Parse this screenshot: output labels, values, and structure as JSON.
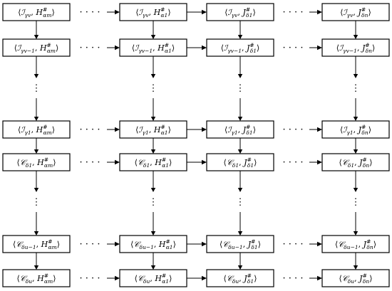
{
  "colors": {
    "stroke": "#000000",
    "fill": "#ffffff"
  },
  "vertical_ellipsis": "⋮",
  "horizontal_ellipsis": "· · · ·",
  "rows": [
    {
      "kind": "boxes",
      "cells": [
        {
          "c": "ℐ",
          "s": "γv",
          "h": "H",
          "sup": "#",
          "hs": "αm"
        },
        {
          "c": "ℐ",
          "s": "γv",
          "h": "H",
          "sup": "#",
          "hs": "α1"
        },
        {
          "c": "ℐ",
          "s": "γv",
          "h": "J",
          "sup": "#",
          "hs": "δ1"
        },
        {
          "c": "ℐ",
          "s": "γv",
          "h": "J",
          "sup": "#",
          "hs": "δn"
        }
      ]
    },
    {
      "kind": "boxes",
      "cells": [
        {
          "c": "ℐ",
          "s": "γv−1",
          "h": "H",
          "sup": "#",
          "hs": "αm"
        },
        {
          "c": "ℐ",
          "s": "γv−1",
          "h": "H",
          "sup": "#",
          "hs": "α1"
        },
        {
          "c": "ℐ",
          "s": "γv−1",
          "h": "J",
          "sup": "#",
          "hs": "δ1"
        },
        {
          "c": "ℐ",
          "s": "γv−1",
          "h": "J",
          "sup": "#",
          "hs": "δn"
        }
      ]
    },
    {
      "kind": "vdots"
    },
    {
      "kind": "boxes",
      "cells": [
        {
          "c": "ℐ",
          "s": "γ1",
          "h": "H",
          "sup": "#",
          "hs": "αm"
        },
        {
          "c": "ℐ",
          "s": "γ1",
          "h": "H",
          "sup": "#",
          "hs": "α1"
        },
        {
          "c": "ℐ",
          "s": "γ1",
          "h": "J",
          "sup": "#",
          "hs": "δ1"
        },
        {
          "c": "ℐ",
          "s": "γ1",
          "h": "J",
          "sup": "#",
          "hs": "δn"
        }
      ]
    },
    {
      "kind": "boxes",
      "cells": [
        {
          "c": "𝒞",
          "s": "δ1",
          "h": "H",
          "sup": "#",
          "hs": "αm"
        },
        {
          "c": "𝒞",
          "s": "δ1",
          "h": "H",
          "sup": "#",
          "hs": "α1"
        },
        {
          "c": "𝒞",
          "s": "δ1",
          "h": "J",
          "sup": "#",
          "hs": "δ1"
        },
        {
          "c": "𝒞",
          "s": "δ1",
          "h": "J",
          "sup": "#",
          "hs": "δn"
        }
      ]
    },
    {
      "kind": "vdots"
    },
    {
      "kind": "boxes",
      "cells": [
        {
          "c": "𝒞",
          "s": "δu−1",
          "h": "H",
          "sup": "#",
          "hs": "αm"
        },
        {
          "c": "𝒞",
          "s": "δu−1",
          "h": "H",
          "sup": "#",
          "hs": "α1"
        },
        {
          "c": "𝒞",
          "s": "δu−1",
          "h": "J",
          "sup": "#",
          "hs": "δ1"
        },
        {
          "c": "𝒞",
          "s": "δu−1",
          "h": "J",
          "sup": "#",
          "hs": "δn"
        }
      ]
    },
    {
      "kind": "boxes",
      "cells": [
        {
          "c": "𝒞",
          "s": "δu",
          "h": "H",
          "sup": "#",
          "hs": "αm"
        },
        {
          "c": "𝒞",
          "s": "δu",
          "h": "H",
          "sup": "#",
          "hs": "α1"
        },
        {
          "c": "𝒞",
          "s": "δu",
          "h": "J",
          "sup": "#",
          "hs": "δ1"
        },
        {
          "c": "𝒞",
          "s": "δu",
          "h": "J",
          "sup": "#",
          "hs": "δn"
        }
      ]
    }
  ]
}
